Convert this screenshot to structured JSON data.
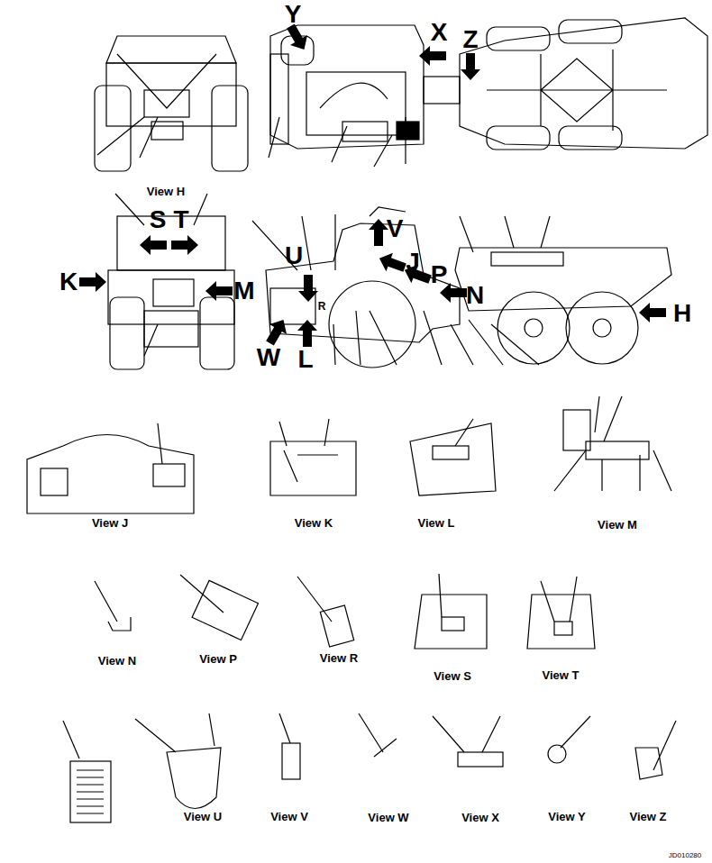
{
  "diagram": {
    "labels": [
      "Y",
      "X",
      "Z",
      "View H",
      "S",
      "T",
      "K",
      "M",
      "U",
      "R",
      "V",
      "J",
      "P",
      "N",
      "H",
      "W",
      "L",
      "View J",
      "View K",
      "View L",
      "View M",
      "View N",
      "View P",
      "View R",
      "View S",
      "View T",
      "View U",
      "View V",
      "View W",
      "View X",
      "View Y",
      "View Z",
      "JD010280"
    ]
  }
}
